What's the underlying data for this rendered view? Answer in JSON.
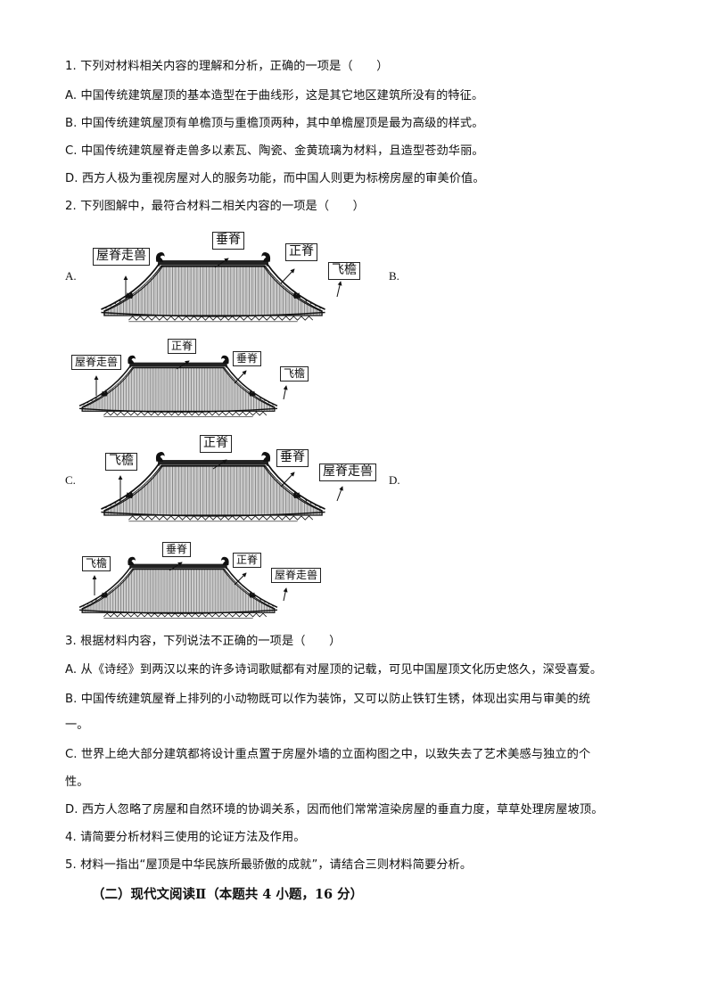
{
  "q1": {
    "stem": "1. 下列对材料相关内容的理解和分析，正确的一项是（　　）",
    "options": [
      "A. 中国传统建筑屋顶的基本造型在于曲线形，这是其它地区建筑所没有的特征。",
      "B. 中国传统建筑屋顶有单檐顶与重檐顶两种，其中单檐屋顶是最为高级的样式。",
      "C. 中国传统建筑屋脊走兽多以素瓦、陶瓷、金黄琉璃为材料，且造型苍劲华丽。",
      "D. 西方人极为重视房屋对人的服务功能，而中国人则更为标榜房屋的审美价值。"
    ]
  },
  "q2": {
    "stem": "2. 下列图解中，最符合材料二相关内容的一项是（　　）",
    "option_letters": [
      "A.",
      "B.",
      "C.",
      "D."
    ],
    "diagrams": [
      {
        "option": "A",
        "labels": {
          "left": "屋脊走兽",
          "top": "垂脊",
          "right_upper": "正脊",
          "right_lower": "飞檐"
        }
      },
      {
        "option": "B",
        "labels": {
          "left": "屋脊走兽",
          "top": "正脊",
          "right_upper": "垂脊",
          "right_lower": "飞檐"
        }
      },
      {
        "option": "C",
        "labels": {
          "left": "飞檐",
          "top": "正脊",
          "right_upper": "垂脊",
          "right_lower": "屋脊走兽"
        }
      },
      {
        "option": "D",
        "labels": {
          "left": "飞檐",
          "top": "垂脊",
          "right_upper": "正脊",
          "right_lower": "屋脊走兽"
        }
      }
    ]
  },
  "q3": {
    "stem": "3. 根据材料内容，下列说法不正确的一项是（　　）",
    "options": [
      "A. 从《诗经》到两汉以来的许多诗词歌赋都有对屋顶的记载，可见中国屋顶文化历史悠久，深受喜爱。",
      "B. 中国传统建筑屋脊上排列的小动物既可以作为装饰，又可以防止铁钉生锈，体现出实用与审美的统",
      "一。",
      "C. 世界上绝大部分建筑都将设计重点置于房屋外墙的立面构图之中，以致失去了艺术美感与独立的个",
      "性。",
      "D. 西方人忽略了房屋和自然环境的协调关系，因而他们常常渲染房屋的垂直力度，草草处理房屋坡顶。"
    ]
  },
  "q4": {
    "stem": "4. 请简要分析材料三使用的论证方法及作用。"
  },
  "q5": {
    "stem": "5. 材料一指出“屋顶是中华民族所最骄傲的成就”，请结合三则材料简要分析。"
  },
  "section": {
    "heading": "（二）现代文阅读Ⅱ（本题共 4 小题，16 分）"
  }
}
